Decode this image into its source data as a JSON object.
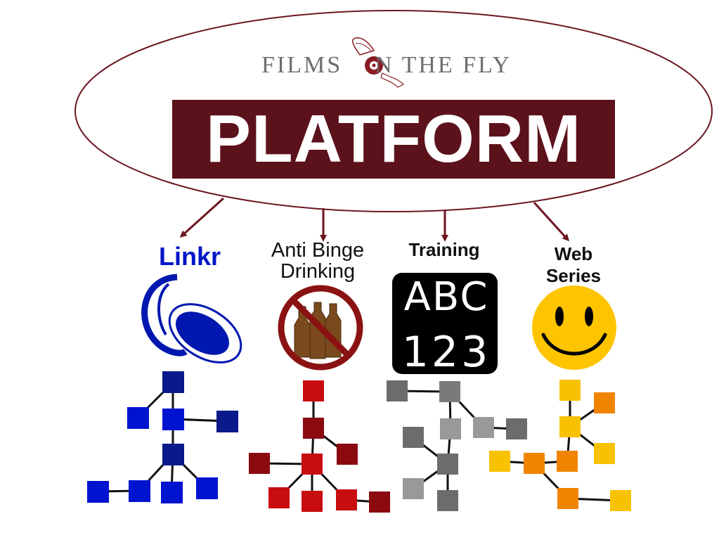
{
  "header": {
    "brand_left": "FILMS",
    "brand_right": "N THE FLY",
    "banner": "PLATFORM"
  },
  "branches": [
    {
      "label": "Linkr"
    },
    {
      "label_line1": "Anti Binge",
      "label_line2": "Drinking"
    },
    {
      "label": "Training",
      "chalk_line1": "ABC",
      "chalk_line2": "123"
    },
    {
      "label_line1": "Web",
      "label_line2": "Series"
    }
  ],
  "icons": [
    "linkr-logo-icon",
    "logo-wing-reel-icon",
    "no-bottles-icon",
    "chalkboard-icon",
    "smiley-face-icon",
    "network-tree-icon"
  ],
  "colors": {
    "ellipse": "#6b1620",
    "banner": "#5c121b",
    "arrow": "#6b1620",
    "linkr_text": "#0016c7",
    "tree_blue": "#0a1aa0",
    "tree_red": "#9b0d12",
    "tree_gray": "#7a7a7a",
    "tree_yellow": "#f4bd05",
    "tree_orange": "#f08a00"
  }
}
